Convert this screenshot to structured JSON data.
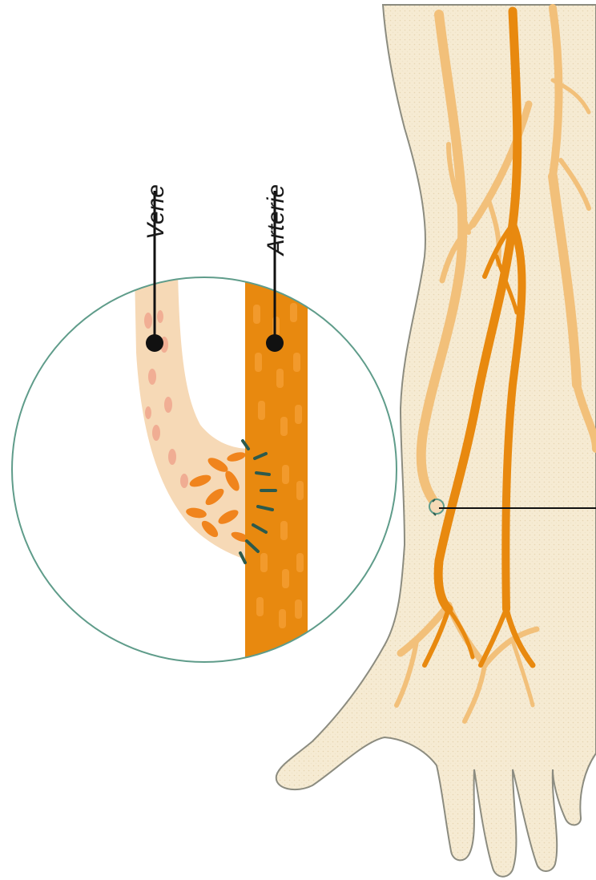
{
  "labels": {
    "vein": "Vene",
    "artery": "Arterie"
  },
  "colors": {
    "background": "#ffffff",
    "skin": "#f7e6c8",
    "skin_light": "#f3ecd6",
    "skin_outline": "#8c8c80",
    "artery": "#e8890f",
    "artery_dark": "#d9740a",
    "artery_light_vessel": "#f2c07a",
    "vein": "#f6d9b6",
    "vein_spot": "#ef9f88",
    "blood_cell": "#f0841d",
    "suture": "#2c5a4c",
    "circle_outline": "#5f9c8a",
    "leader_line": "#111111"
  },
  "icons": {
    "arm": "arm-illustration",
    "fistula_detail": "magnified-fistula-icon"
  }
}
